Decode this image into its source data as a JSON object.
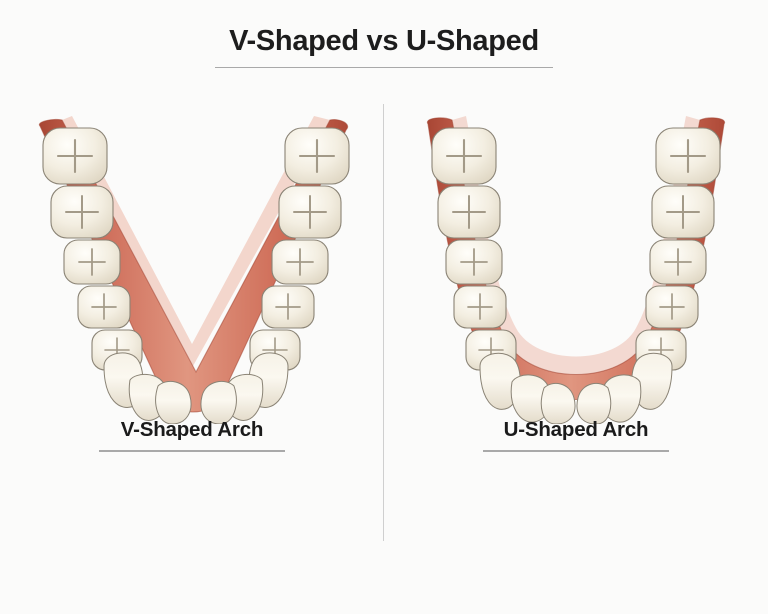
{
  "background_color": "#fbfbfa",
  "title": {
    "text": "V-Shaped vs U-Shaped",
    "color": "#1d1d1d",
    "rule_color": "#a9a9a9"
  },
  "divider": {
    "name": "vertical-divider",
    "color": "#cfcfcf"
  },
  "palette": {
    "gum_light": "#e89a88",
    "gum_mid": "#d4705f",
    "gum_dark": "#b8543f",
    "gum_edge": "#a84634",
    "tooth_light": "#fdfcf7",
    "tooth_mid": "#f0ebdd",
    "tooth_shadow": "#ddd5c2",
    "tooth_outline": "#8a8375",
    "fissure": "#a39a88"
  },
  "panels": [
    {
      "id": "v-shaped",
      "caption": "V-Shaped Arch",
      "arch_type": "V",
      "description": "Narrow pointed dental arch converging to a sharp apex at the anterior",
      "teeth_per_side": 8,
      "total_teeth": 16,
      "posterior_per_side": 5,
      "anterior_per_side": 3,
      "occlusal_pattern": "cross-fissure"
    },
    {
      "id": "u-shaped",
      "caption": "U-Shaped Arch",
      "arch_type": "U",
      "description": "Broad rounded dental arch with parallel posterior segments and a wide curved anterior",
      "teeth_per_side": 8,
      "total_teeth": 16,
      "posterior_per_side": 5,
      "anterior_per_side": 3,
      "occlusal_pattern": "cross-fissure"
    }
  ]
}
